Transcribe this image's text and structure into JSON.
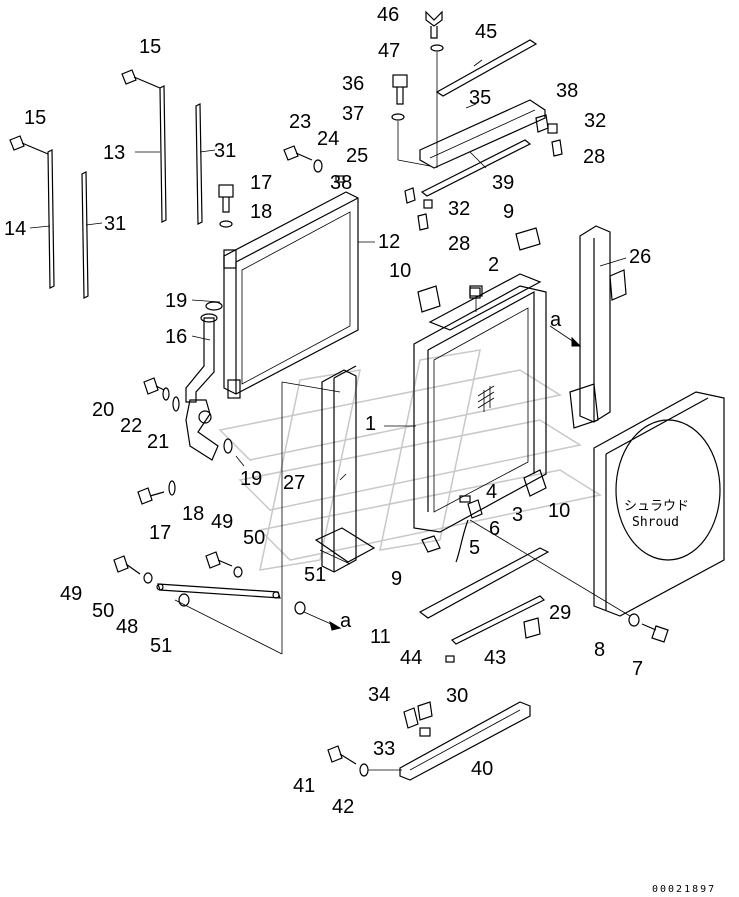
{
  "callouts": [
    {
      "id": "c46",
      "text": "46"
    },
    {
      "id": "c45",
      "text": "45"
    },
    {
      "id": "c15a",
      "text": "15"
    },
    {
      "id": "c47",
      "text": "47"
    },
    {
      "id": "c36",
      "text": "36"
    },
    {
      "id": "c35",
      "text": "35"
    },
    {
      "id": "c38a",
      "text": "38"
    },
    {
      "id": "c15b",
      "text": "15"
    },
    {
      "id": "c37",
      "text": "37"
    },
    {
      "id": "c32a",
      "text": "32"
    },
    {
      "id": "c23",
      "text": "23"
    },
    {
      "id": "c13",
      "text": "13"
    },
    {
      "id": "c31a",
      "text": "31"
    },
    {
      "id": "c24",
      "text": "24"
    },
    {
      "id": "c25",
      "text": "25"
    },
    {
      "id": "c28a",
      "text": "28"
    },
    {
      "id": "c17a",
      "text": "17"
    },
    {
      "id": "c39",
      "text": "39"
    },
    {
      "id": "c38b",
      "text": "38"
    },
    {
      "id": "c14",
      "text": "14"
    },
    {
      "id": "c31b",
      "text": "31"
    },
    {
      "id": "c18a",
      "text": "18"
    },
    {
      "id": "c32b",
      "text": "32"
    },
    {
      "id": "c9a",
      "text": "9"
    },
    {
      "id": "c12",
      "text": "12"
    },
    {
      "id": "c28b",
      "text": "28"
    },
    {
      "id": "c26",
      "text": "26"
    },
    {
      "id": "c2",
      "text": "2"
    },
    {
      "id": "c10a",
      "text": "10"
    },
    {
      "id": "c19a",
      "text": "19"
    },
    {
      "id": "c16",
      "text": "16"
    },
    {
      "id": "c20",
      "text": "20"
    },
    {
      "id": "c22",
      "text": "22"
    },
    {
      "id": "c21",
      "text": "21"
    },
    {
      "id": "c1",
      "text": "1"
    },
    {
      "id": "c19b",
      "text": "19"
    },
    {
      "id": "c27",
      "text": "27"
    },
    {
      "id": "c4",
      "text": "4"
    },
    {
      "id": "c10b",
      "text": "10"
    },
    {
      "id": "c17b",
      "text": "17"
    },
    {
      "id": "c18b",
      "text": "18"
    },
    {
      "id": "c3",
      "text": "3"
    },
    {
      "id": "c49a",
      "text": "49"
    },
    {
      "id": "c6",
      "text": "6"
    },
    {
      "id": "c50a",
      "text": "50"
    },
    {
      "id": "c5",
      "text": "5"
    },
    {
      "id": "c9b",
      "text": "9"
    },
    {
      "id": "c51a",
      "text": "51"
    },
    {
      "id": "c49b",
      "text": "49"
    },
    {
      "id": "c50b",
      "text": "50"
    },
    {
      "id": "c48",
      "text": "48"
    },
    {
      "id": "c29",
      "text": "29"
    },
    {
      "id": "c51b",
      "text": "51"
    },
    {
      "id": "c11",
      "text": "11"
    },
    {
      "id": "c8",
      "text": "8"
    },
    {
      "id": "c44",
      "text": "44"
    },
    {
      "id": "c43",
      "text": "43"
    },
    {
      "id": "c7",
      "text": "7"
    },
    {
      "id": "c34",
      "text": "34"
    },
    {
      "id": "c30",
      "text": "30"
    },
    {
      "id": "c33",
      "text": "33"
    },
    {
      "id": "c40",
      "text": "40"
    },
    {
      "id": "c41",
      "text": "41"
    },
    {
      "id": "c42",
      "text": "42"
    }
  ],
  "reference_marks": {
    "upper": "a",
    "lower": "a"
  },
  "shroud_label": {
    "japanese": "シュラウド",
    "english": "Shroud"
  },
  "drawing_number": "00021897"
}
